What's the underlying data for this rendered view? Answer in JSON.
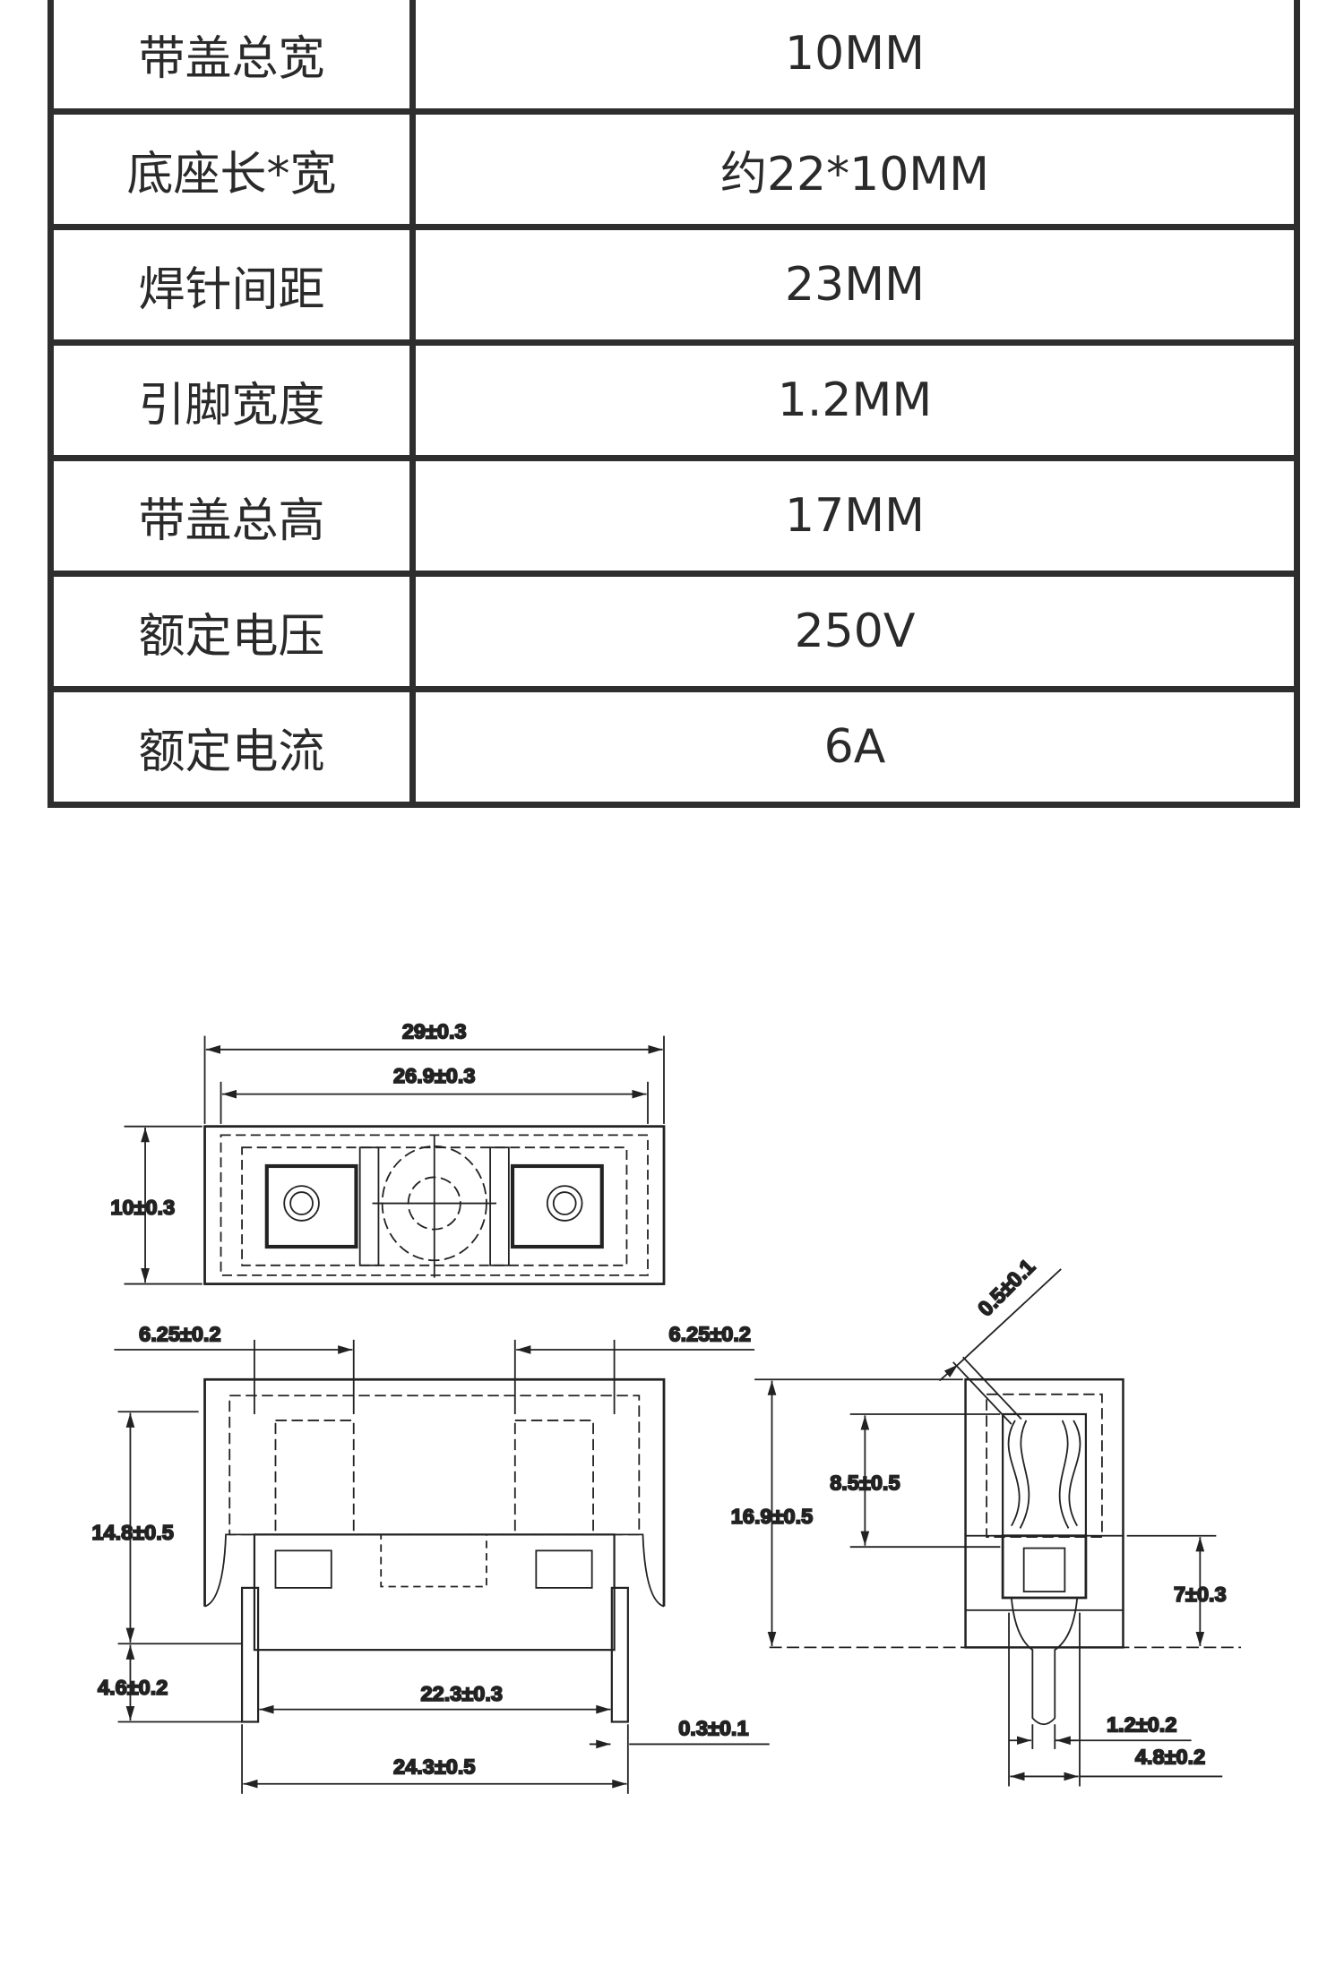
{
  "spec_table": {
    "rows": [
      {
        "label": "带盖总宽",
        "value": "10MM"
      },
      {
        "label": "底座长*宽",
        "value": "约22*10MM"
      },
      {
        "label": "焊针间距",
        "value": "23MM"
      },
      {
        "label": "引脚宽度",
        "value": "1.2MM"
      },
      {
        "label": "带盖总高",
        "value": "17MM"
      },
      {
        "label": "额定电压",
        "value": "250V"
      },
      {
        "label": "额定电流",
        "value": "6A"
      }
    ]
  },
  "drawing": {
    "top_view": {
      "overall_length": "29±0.3",
      "inner_length": "26.9±0.3",
      "width": "10±0.3"
    },
    "front_view": {
      "left_offset": "6.25±0.2",
      "right_offset": "6.25±0.2",
      "body_height": "14.8±0.5",
      "pin_length": "4.6±0.2",
      "inner_pin_spacing": "22.3±0.3",
      "outer_pin_spacing": "24.3±0.5",
      "pin_thickness": "0.3±0.1"
    },
    "side_view": {
      "clip_thickness": "0.5±0.1",
      "total_height": "16.9±0.5",
      "clip_height": "8.5±0.5",
      "base_height": "7±0.3",
      "pin_width": "1.2±0.2",
      "pin_span": "4.8±0.2"
    }
  }
}
